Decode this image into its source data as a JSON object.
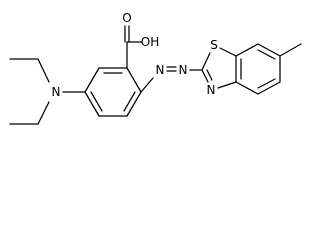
{
  "colors": {
    "bond": "#000000",
    "carbon": "#000000",
    "nitrogen": "#000000",
    "oxygen": "#000000",
    "sulfur": "#000000",
    "background": "#ffffff"
  },
  "atoms": {
    "carboxyl_oh": "OH",
    "carboxyl_o": "O",
    "amine_n": "N",
    "azo_n1": "N",
    "azo_n2": "N",
    "thiazole_s": "S",
    "thiazole_n": "N"
  }
}
